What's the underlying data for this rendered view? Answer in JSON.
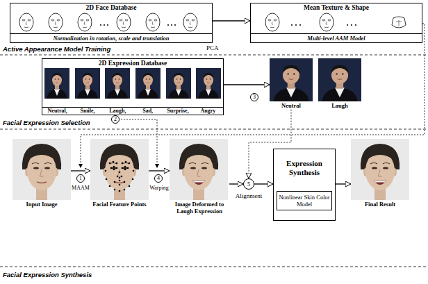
{
  "diagram": {
    "nodes": [
      {
        "text": [
          "2D Face Database",
          "Normalization in rotation, scale and translation"
        ]
      },
      {
        "text": [
          "Mean Texture & Shape",
          "Multi-level AAM Model"
        ]
      },
      {
        "text": [
          "2D Expression Database",
          "Neutral,",
          "Smile,",
          "Laugh,",
          "Sad,",
          "Surprise,",
          "Angry"
        ]
      },
      {
        "text": [
          "Neutral"
        ]
      },
      {
        "text": [
          "Laugh"
        ]
      },
      {
        "text": [
          "Input Image"
        ]
      },
      {
        "text": [
          "Facial Feature Points"
        ]
      },
      {
        "text": [
          "Image Deformed to Laugh Expression"
        ]
      },
      {
        "text": [
          "5"
        ]
      },
      {
        "text": [
          "Expression Synthesis",
          "Nonlinear Skin Color Model"
        ]
      },
      {
        "text": [
          "Final Result"
        ]
      }
    ],
    "edges": [
      {
        "from": 0,
        "to": 1,
        "arrow": "to"
      },
      {
        "from": 2,
        "to": 3,
        "arrow": "to"
      },
      {
        "from": 5,
        "to": 6,
        "label": "MAAM",
        "arrow": "to"
      },
      {
        "from": 6,
        "to": 7,
        "label": "Warping",
        "arrow": "to"
      },
      {
        "from": 7,
        "to": 8,
        "arrow": "to"
      },
      {
        "from": 8,
        "to": 9,
        "arrow": "to"
      },
      {
        "from": 9,
        "to": 10,
        "arrow": "to"
      },
      {
        "from": 3,
        "to": 8,
        "arrow": "to"
      }
    ],
    "labels": [
      "Active Appearance Model Training",
      "PCA",
      "3",
      "Facial Expression Selection",
      "2",
      "1",
      "4",
      "Alignment",
      "Facial Expression Synthesis"
    ]
  }
}
